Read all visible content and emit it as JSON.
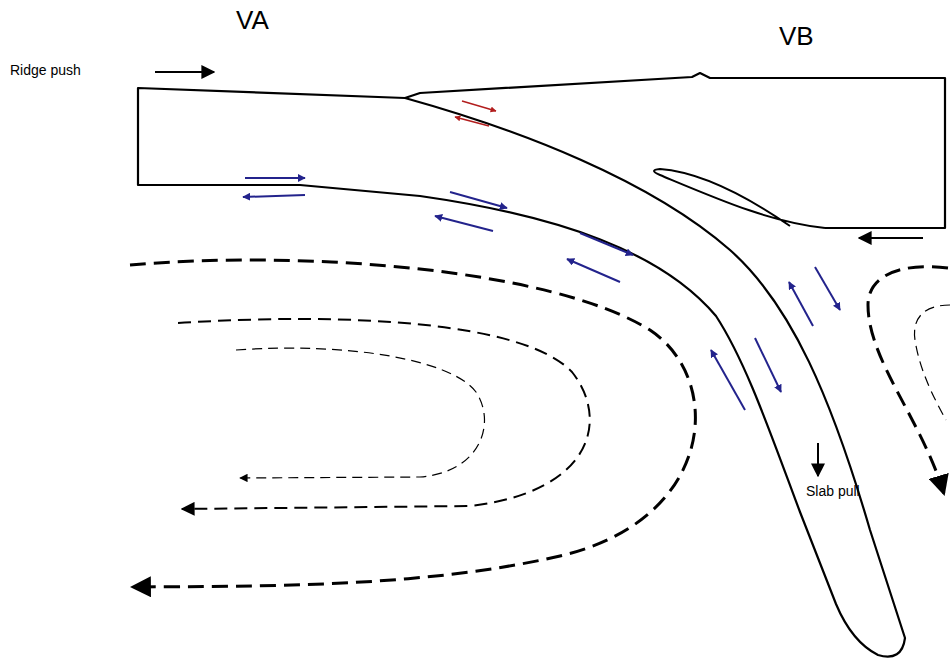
{
  "diagram": {
    "labels": [
      "VA",
      "VB",
      "Ridge push",
      "Slab pull"
    ]
  }
}
